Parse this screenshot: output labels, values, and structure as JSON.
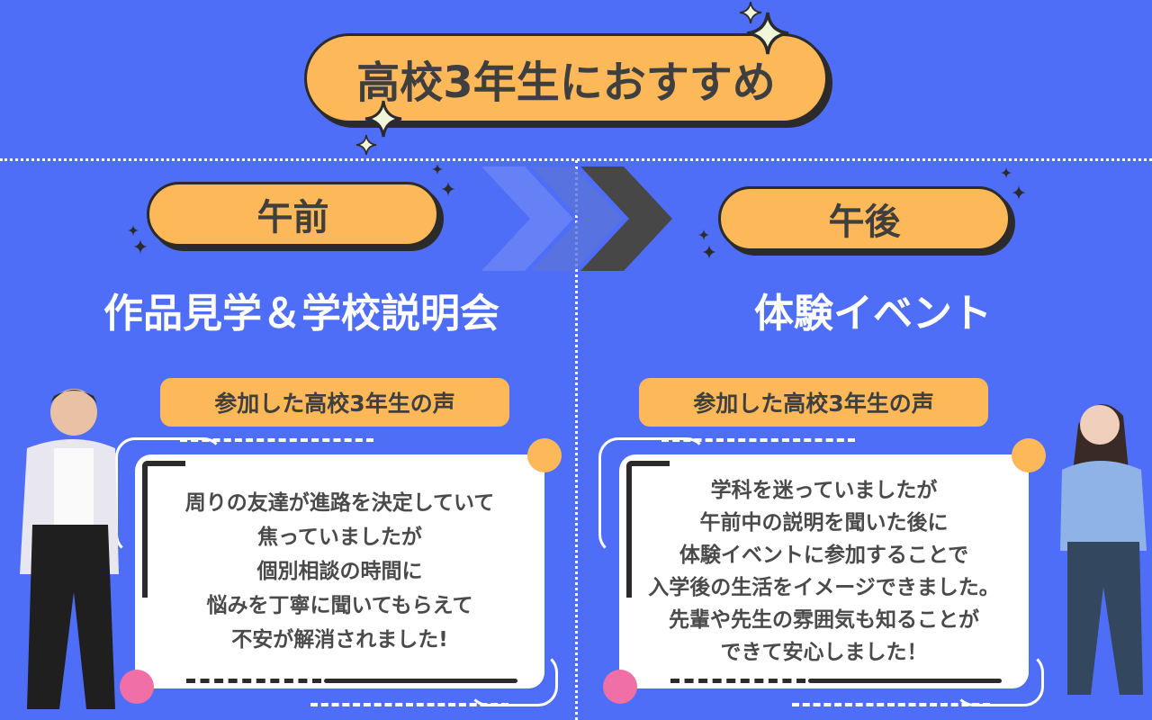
{
  "title": "高校3年生におすすめ",
  "morning": {
    "badge": "午前",
    "heading": "作品見学＆学校説明会",
    "voice_label": "参加した高校3年生の声",
    "testimonial": [
      "周りの友達が進路を決定していて",
      "焦っていましたが",
      "個別相談の時間に",
      "悩みを丁寧に聞いてもらえて",
      "不安が解消されました!"
    ]
  },
  "afternoon": {
    "badge": "午後",
    "heading": "体験イベント",
    "voice_label": "参加した高校3年生の声",
    "testimonial": [
      "学科を迷っていましたが",
      "午前中の説明を聞いた後に",
      "体験イベントに参加することで",
      "入学後の生活をイメージできました。",
      "先輩や先生の雰囲気も知ることが",
      "できて安心しました！"
    ]
  },
  "colors": {
    "background": "#4f6ef7",
    "accent": "#fdb85a",
    "pink": "#ef6fa6"
  }
}
